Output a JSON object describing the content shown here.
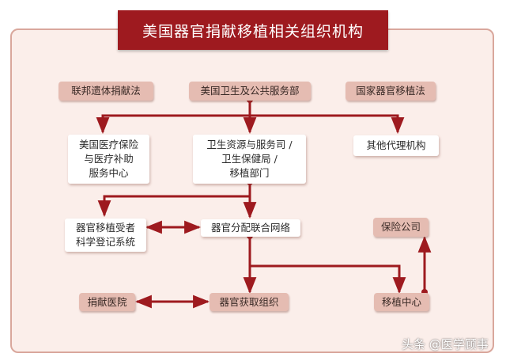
{
  "title": "美国器官捐献移植相关组织机构",
  "nodes": {
    "federal_law": "联邦遗体捐献法",
    "hhs": "美国卫生及公共服务部",
    "national_law": "国家器官移植法",
    "cms": "美国医疗保险\n与医疗补助\n服务中心",
    "hrsa": "卫生资源与服务司 /\n卫生保健局 /\n移植部门",
    "other_agencies": "其他代理机构",
    "srtr": "器官移植受者\n科学登记系统",
    "optn": "器官分配联合网络",
    "insurance": "保险公司",
    "donor_hospital": "捐献医院",
    "opo": "器官获取组织",
    "transplant_center": "移植中心"
  },
  "watermark": "头条 @医学顾事",
  "colors": {
    "line": "#9e1a1f",
    "banner": "#9e1a1f",
    "pill": "#e5bcb2",
    "panel": "#fbeeea"
  }
}
